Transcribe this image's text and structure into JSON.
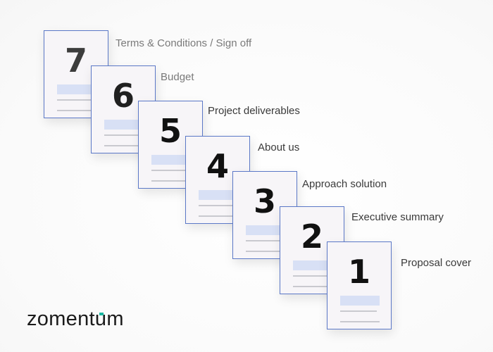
{
  "sections": [
    {
      "number": "7",
      "label": "Terms & Conditions / Sign off"
    },
    {
      "number": "6",
      "label": "Budget"
    },
    {
      "number": "5",
      "label": "Project deliverables"
    },
    {
      "number": "4",
      "label": "About us"
    },
    {
      "number": "3",
      "label": "Approach solution"
    },
    {
      "number": "2",
      "label": "Executive summary"
    },
    {
      "number": "1",
      "label": "Proposal cover"
    }
  ],
  "brand": {
    "logo_text": "zomentum",
    "accent_color": "#18b6a0"
  },
  "colors": {
    "page_border": "#5b78c7",
    "page_bar": "#d8e0f5"
  }
}
